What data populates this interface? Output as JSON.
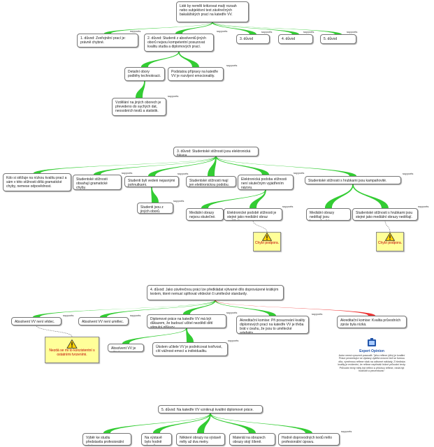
{
  "tag": "supports",
  "colors": {
    "link": "#33cc33",
    "objection": "#ee3333",
    "note_bg": "#ffff99",
    "note_text": "#c00000"
  },
  "sections": {
    "s1": {
      "root": "Lidé by neměli kritizovat malý rozsah nebo subjektivní text závěrečných bakalářských prací na katedře VV.",
      "r1": "1. důvod: Zveřejnění prací je: právně chybné.",
      "r2": "2. důvod: Studenti z absolventů jiných oborů nejsou kompetentní posuzovat kvalitu studia a diplomových prací.",
      "r3": "3. důvod",
      "r4": "4. důvod",
      "r5": "5. důvod",
      "c1": "Detailní obory podléhy technokracii.",
      "c2": "Podstatou přípravy na katedře VV je rozvíjení emocionality.",
      "c3": "Vzdělání na jiných oborech je převedeno do suchých dat, neosobních testů a statistik."
    },
    "s2": {
      "root": "3. důvod: Studentské stížnosti jsou elektronická šikana.",
      "b1": "Kdo si stěžuje na nízkou kvalitu prací a sám v této stížnosti dělá gramatické chyby, nemese odpovědnost.",
      "b2": "Studentské stížnosti obsahují gramatické chyby.",
      "b3": "Studenti byli vedeni nejasnými pohnutkami.",
      "b4": "Studentské stížnosti mají jen elektronickou podobu.",
      "b5": "Elektronická podoba stížnosti není skutečným vyjádřením názoru.",
      "b6": "Studentské stížnosti s hrubkami jsou kampaňovité.",
      "c1": "Studenti jsou z jiných oborů.",
      "c2": "Mediální obrazy nejsou skutečné.",
      "c3": "Elektronické podobě stížnosti je stejné jako mediální obraz nedělají.",
      "c4": "Mediální obrazy nedělají jsou kampaňovité.",
      "c5": "Studentské stížnosti s hrubkami jsou stejné jako mediální obrazy nedělají.",
      "note": "Chybí podpora."
    },
    "s3": {
      "root": "4. důvod: Jako závěrečnou práci lze předkládat výtvarné dílo doprovázené krátkým textem, které nemusí splňovat vědecké či umělecké standardy.",
      "b1": "Absolvent VV není vědec.",
      "b2": "Absolvent VV není umělec.",
      "b3": "Diplomové práce na katedře VV má být důkazem, že budoucí učitel nezdědí dětí stimulní příkazy.",
      "b4": "Akreditační komise: Při posuzování kvality diplomových prací na katedře VV je třeba brát v úvahu, že jsou to umělecké artefakty.",
      "b5": "Akreditační komise: Kvalita průvodních zpráv byla nízká.",
      "c1": "Absolvent VV je učitel.",
      "c2": "Úkolem učitele VV je podněcovat tvořivost, cítí vážnost emocí a individualitu.",
      "note": "Nezdá se mi to konzistentní s ostatními tvrzeními.",
      "expert_title": "Expert Opinion",
      "expert_text": "Autor nemá vyrozmít posoudit: \"jeho reflexe (dílo) je kvalitní Práce prezentující se výstavy vydělá úvrovní teď se formou díla, výměnnou reflexe však na odborné náklady. Z hlediska kvality je evidentní, že reflexe nepřináší bídné průvodní texty. Průvodní texty měly být reflexí a přílohou reflexe, nedá být hodnotit a prezentovat.\""
    },
    "s4": {
      "root": "5. důvod: Na katedře VV vzniknují kvalitní diplomové práce.",
      "b1": "Výběr ke studiu představila profesionální výstava.",
      "b2": "Na výstavě bylo hodně obrazů.",
      "b3": "Některé obrazy na výstavě měly až dva metry.",
      "b4": "Materiál na obrazech obrazy stojí šíleně.",
      "b5": "Hodně doprovodných textů mělo profesionální úpravu."
    }
  }
}
